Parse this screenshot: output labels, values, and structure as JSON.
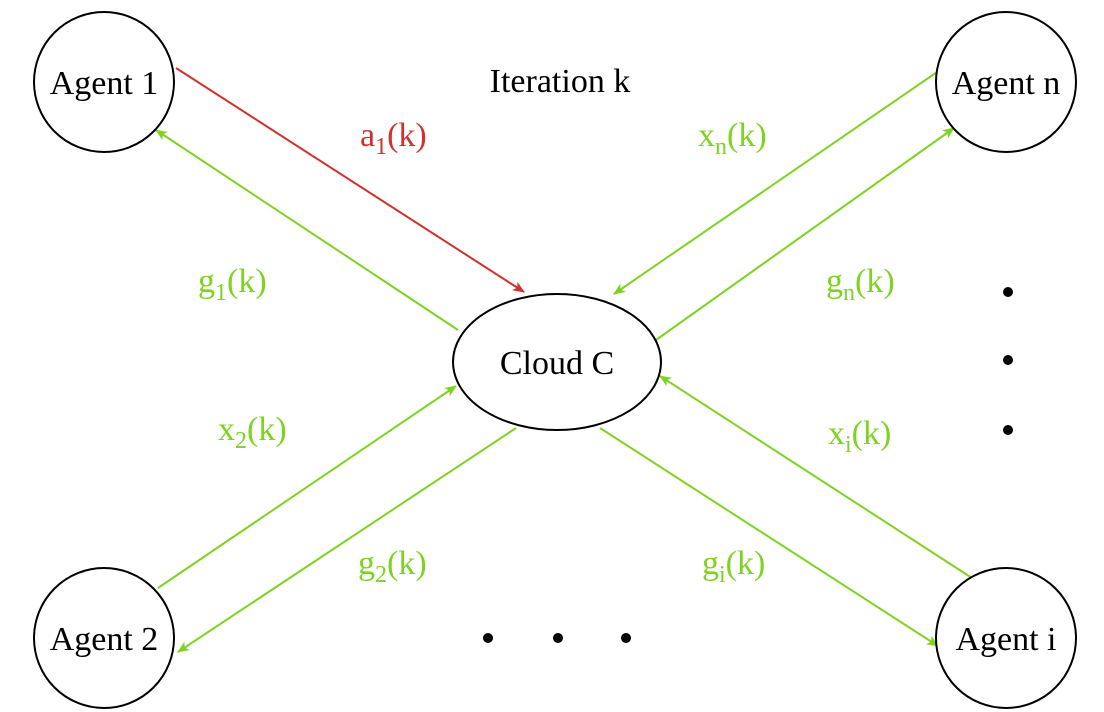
{
  "title": "Iteration k",
  "colors": {
    "green": "#7ed321",
    "red": "#d0312d",
    "node_stroke": "#000000"
  },
  "nodes": {
    "agent_1": "Agent 1",
    "agent_2": "Agent 2",
    "agent_n": "Agent n",
    "agent_i": "Agent i",
    "cloud": "Cloud C"
  },
  "edges": {
    "a1": {
      "base": "a",
      "sub": "1",
      "suffix": "(k)"
    },
    "g1": {
      "base": "g",
      "sub": "1",
      "suffix": "(k)"
    },
    "x2": {
      "base": "x",
      "sub": "2",
      "suffix": "(k)"
    },
    "g2": {
      "base": "g",
      "sub": "2",
      "suffix": "(k)"
    },
    "xn": {
      "base": "x",
      "sub": "n",
      "suffix": "(k)"
    },
    "gn": {
      "base": "g",
      "sub": "n",
      "suffix": "(k)"
    },
    "xi": {
      "base": "x",
      "sub": "i",
      "suffix": "(k)"
    },
    "gi": {
      "base": "g",
      "sub": "i",
      "suffix": "(k)"
    }
  }
}
